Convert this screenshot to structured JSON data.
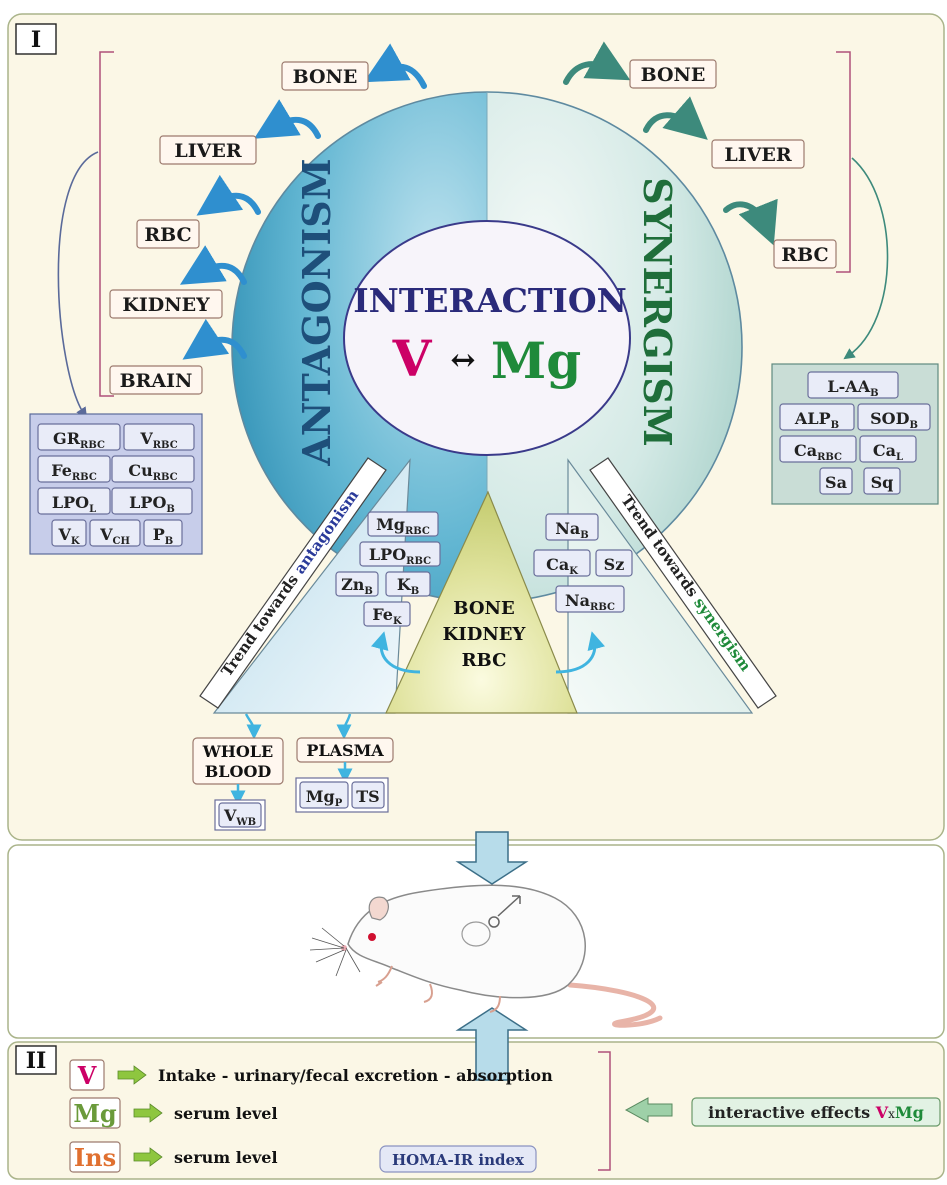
{
  "panel_labels": {
    "top": "I",
    "bottom": "II"
  },
  "circle": {
    "left_label": "ANTAGONISM",
    "right_label": "SYNERGISM",
    "center_title": "INTERACTION",
    "v": "V",
    "arrow": "↔",
    "mg": "Mg"
  },
  "antagonism_organs": [
    "BONE",
    "LIVER",
    "RBC",
    "KIDNEY",
    "BRAIN"
  ],
  "synergism_organs": [
    "BONE",
    "LIVER",
    "RBC"
  ],
  "antagonism_params": [
    {
      "main": "GR",
      "sub": "RBC"
    },
    {
      "main": "V",
      "sub": "RBC"
    },
    {
      "main": "Fe",
      "sub": "RBC"
    },
    {
      "main": "Cu",
      "sub": "RBC"
    },
    {
      "main": "LPO",
      "sub": "L"
    },
    {
      "main": "LPO",
      "sub": "B"
    },
    {
      "main": "V",
      "sub": "K"
    },
    {
      "main": "V",
      "sub": "CH"
    },
    {
      "main": "P",
      "sub": "B"
    }
  ],
  "synergism_params": [
    {
      "main": "L-AA",
      "sub": "B"
    },
    {
      "main": "ALP",
      "sub": "B"
    },
    {
      "main": "SOD",
      "sub": "B"
    },
    {
      "main": "Ca",
      "sub": "RBC"
    },
    {
      "main": "Ca",
      "sub": "L"
    },
    {
      "main": "Sa",
      "sub": ""
    },
    {
      "main": "Sq",
      "sub": ""
    }
  ],
  "trend_left": {
    "prefix": "Trend towards ",
    "word": "antagonism"
  },
  "trend_right": {
    "prefix": "Trend towards ",
    "word": "synergism"
  },
  "left_triangle_params": [
    {
      "main": "Mg",
      "sub": "RBC"
    },
    {
      "main": "LPO",
      "sub": "RBC"
    },
    {
      "main": "Zn",
      "sub": "B"
    },
    {
      "main": "K",
      "sub": "B"
    },
    {
      "main": "Fe",
      "sub": "K"
    }
  ],
  "right_triangle_params": [
    {
      "main": "Na",
      "sub": "B"
    },
    {
      "main": "Ca",
      "sub": "K"
    },
    {
      "main": "Sz",
      "sub": ""
    },
    {
      "main": "Na",
      "sub": "RBC"
    }
  ],
  "center_triangle": [
    "BONE",
    "KIDNEY",
    "RBC"
  ],
  "whole_blood": {
    "line1": "WHOLE",
    "line2": "BLOOD",
    "param": {
      "main": "V",
      "sub": "WB"
    }
  },
  "plasma": {
    "label": "PLASMA",
    "params": [
      {
        "main": "Mg",
        "sub": "P"
      },
      {
        "main": "TS",
        "sub": ""
      }
    ]
  },
  "bottom_rows": [
    {
      "tag": "V",
      "text": "Intake - urinary/fecal excretion - absorption",
      "color": "#cc0066"
    },
    {
      "tag": "Mg",
      "text": "serum level",
      "color": "#6a9a3a"
    },
    {
      "tag": "Ins",
      "text": "serum level",
      "color": "#e07030"
    }
  ],
  "homa": "HOMA-IR index",
  "interactive": {
    "prefix": "interactive effects ",
    "v": "V",
    "x": "x",
    "mg": "Mg"
  },
  "colors": {
    "v": "#cc0066",
    "mg": "#1f8a3a",
    "antagonism": "#1e4f7a",
    "synergism": "#1f6e3a"
  }
}
